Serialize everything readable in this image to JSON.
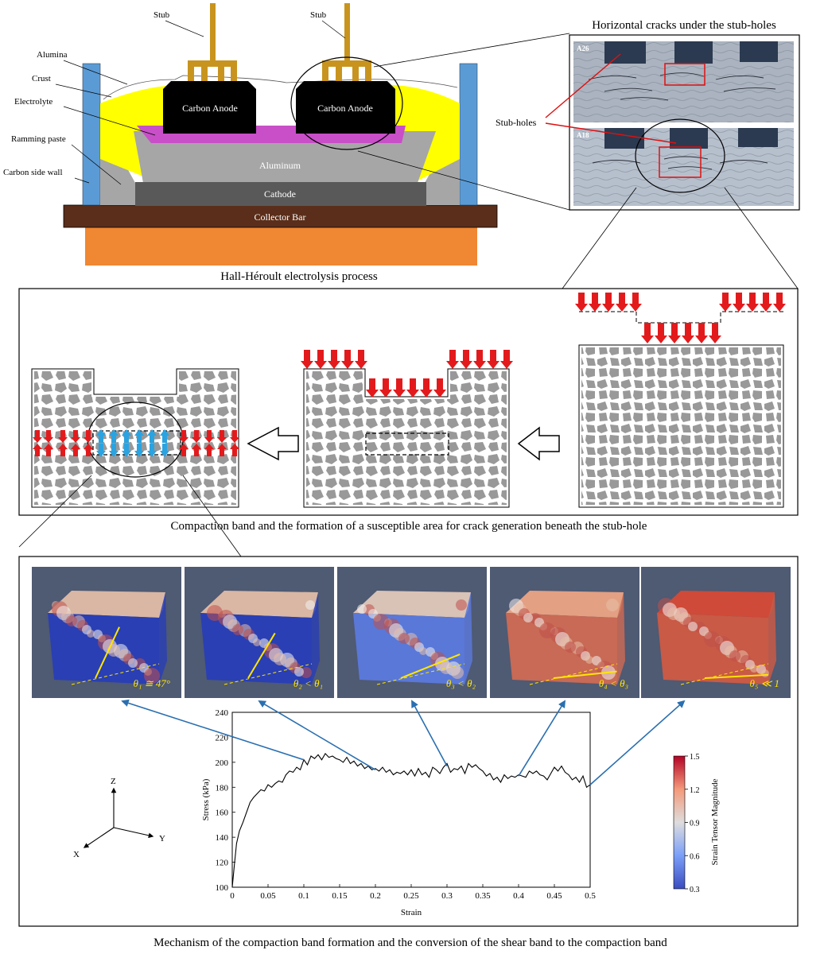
{
  "cell": {
    "labels": {
      "stub": "Stub",
      "alumina": "Alumina",
      "crust": "Crust",
      "electrolyte": "Electrolyte",
      "ramming_paste": "Ramming paste",
      "carbon_side_wall": "Carbon side wall",
      "carbon_anode": "Carbon Anode",
      "aluminum": "Aluminum",
      "cathode": "Cathode",
      "collector_bar": "Collector Bar"
    },
    "caption": "Hall-Héroult electrolysis process"
  },
  "photos": {
    "title": "Horizontal cracks under the stub-holes",
    "stub_holes_label": "Stub-holes",
    "photo_tags": [
      "A26",
      "A18"
    ]
  },
  "compaction": {
    "caption": "Compaction band and the formation of a susceptible area for crack generation beneath the stub-hole"
  },
  "mechanism": {
    "caption": "Mechanism of the compaction band formation and the conversion of the shear band to the compaction band",
    "angle_labels": [
      "θ₁ ≅ 47°",
      "θ₂ < θ₁",
      "θ₃ < θ₂",
      "θ₄ < θ₃",
      "θ₅ ≪ 1"
    ],
    "axes": {
      "z": "Z",
      "y": "Y",
      "x": "X"
    },
    "colorbar": {
      "title": "Strain Tensor Magnitude",
      "ticks": [
        "1.5",
        "1.2",
        "0.9",
        "0.6",
        "0.3"
      ],
      "range": [
        0.3,
        1.5
      ],
      "colors": [
        "#3b4cc0",
        "#7b9ff9",
        "#dddddd",
        "#f49a7b",
        "#b40426"
      ]
    }
  },
  "chart_data": {
    "type": "line",
    "xlabel": "Strain",
    "ylabel": "Stress (kPa)",
    "xlim": [
      0,
      0.5
    ],
    "ylim": [
      100,
      240
    ],
    "xticks": [
      "0",
      "0.05",
      "0.1",
      "0.15",
      "0.2",
      "0.25",
      "0.3",
      "0.35",
      "0.4",
      "0.45",
      "0.5"
    ],
    "yticks": [
      "100",
      "120",
      "140",
      "160",
      "180",
      "200",
      "220",
      "240"
    ],
    "series": [
      {
        "x": [
          0,
          0.003,
          0.006,
          0.01,
          0.015,
          0.02,
          0.025,
          0.03,
          0.035,
          0.04,
          0.045,
          0.05,
          0.055,
          0.06,
          0.065,
          0.07,
          0.075,
          0.08,
          0.085,
          0.09,
          0.095,
          0.1,
          0.105,
          0.11,
          0.115,
          0.12,
          0.125,
          0.13,
          0.135,
          0.14,
          0.145,
          0.15,
          0.155,
          0.16,
          0.165,
          0.17,
          0.175,
          0.18,
          0.185,
          0.19,
          0.195,
          0.2,
          0.205,
          0.21,
          0.215,
          0.22,
          0.225,
          0.23,
          0.235,
          0.24,
          0.245,
          0.25,
          0.255,
          0.26,
          0.265,
          0.27,
          0.275,
          0.28,
          0.285,
          0.29,
          0.295,
          0.3,
          0.305,
          0.31,
          0.315,
          0.32,
          0.325,
          0.33,
          0.335,
          0.34,
          0.345,
          0.35,
          0.355,
          0.36,
          0.365,
          0.37,
          0.375,
          0.38,
          0.385,
          0.39,
          0.395,
          0.4,
          0.405,
          0.41,
          0.415,
          0.42,
          0.425,
          0.43,
          0.435,
          0.44,
          0.445,
          0.45,
          0.455,
          0.46,
          0.465,
          0.47,
          0.475,
          0.48,
          0.485,
          0.49,
          0.495,
          0.5
        ],
        "y": [
          100,
          118,
          135,
          145,
          152,
          160,
          168,
          172,
          175,
          178,
          177,
          182,
          180,
          183,
          185,
          184,
          190,
          193,
          192,
          196,
          194,
          202,
          198,
          205,
          203,
          206,
          202,
          207,
          204,
          205,
          203,
          202,
          200,
          204,
          199,
          201,
          197,
          199,
          195,
          197,
          194,
          195,
          193,
          196,
          192,
          194,
          190,
          192,
          191,
          193,
          190,
          194,
          189,
          195,
          190,
          192,
          188,
          196,
          194,
          191,
          196,
          199,
          192,
          195,
          194,
          197,
          191,
          199,
          196,
          198,
          195,
          193,
          189,
          191,
          186,
          188,
          184,
          190,
          187,
          189,
          188,
          190,
          189,
          188,
          193,
          191,
          193,
          190,
          189,
          186,
          191,
          196,
          193,
          197,
          192,
          190,
          186,
          188,
          184,
          189,
          180,
          182
        ]
      }
    ]
  }
}
